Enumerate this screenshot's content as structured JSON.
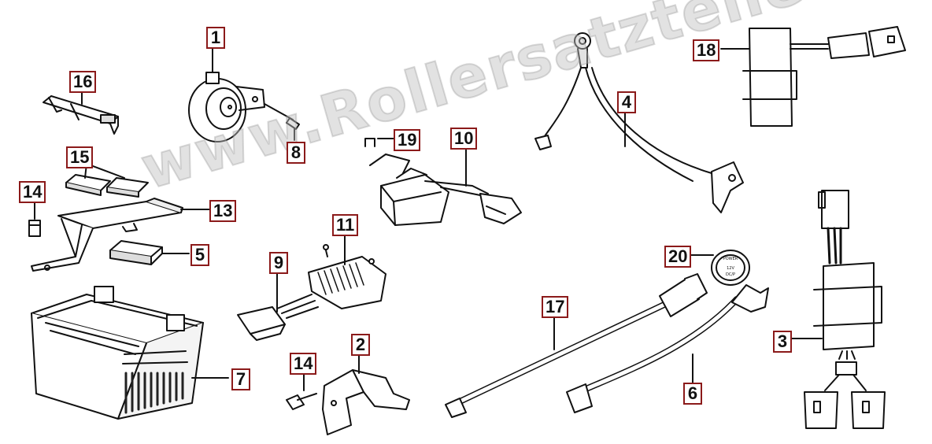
{
  "watermark": "www.Rollersatzteile.de",
  "callouts": {
    "c1": "1",
    "c2": "2",
    "c3": "3",
    "c4": "4",
    "c5": "5",
    "c6": "6",
    "c7": "7",
    "c8": "8",
    "c9": "9",
    "c10": "10",
    "c11": "11",
    "c13": "13",
    "c14a": "14",
    "c14b": "14",
    "c15": "15",
    "c16": "16",
    "c17": "17",
    "c18": "18",
    "c19": "19",
    "c20": "20"
  },
  "parts": {
    "buzzer_text_1": "POWER",
    "buzzer_text_2": "12V",
    "buzzer_text_3": "DC/P"
  },
  "colors": {
    "callout_border": "#8b1a1a",
    "line": "#111111",
    "watermark": "#bebebe"
  }
}
